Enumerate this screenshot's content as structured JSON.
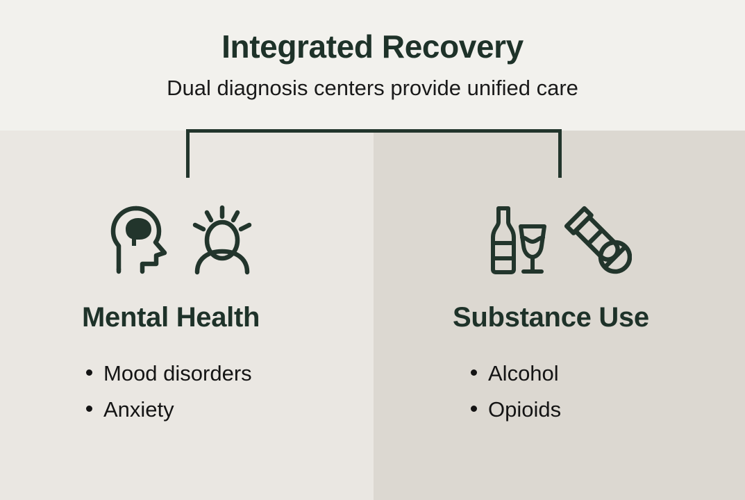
{
  "header": {
    "title": "Integrated Recovery",
    "subtitle": "Dual diagnosis centers provide unified care"
  },
  "colors": {
    "header_background": "#F2F1ED",
    "left_panel_background": "#EAE7E2",
    "right_panel_background": "#DCD8D1",
    "accent_dark_green": "#1E3229",
    "bracket_stroke": "#22352C",
    "body_text": "#141414"
  },
  "bracket": {
    "label": "unifying-bracket-connector"
  },
  "columns": [
    {
      "id": "mental-health",
      "heading": "Mental Health",
      "icons": [
        "head-brain-icon",
        "person-wellbeing-rays-icon"
      ],
      "bullets": [
        "Mood disorders",
        "Anxiety"
      ]
    },
    {
      "id": "substance-use",
      "heading": "Substance Use",
      "icons": [
        "bottle-wine-glass-icon",
        "vial-prohibition-icon"
      ],
      "bullets": [
        "Alcohol",
        "Opioids"
      ]
    }
  ]
}
